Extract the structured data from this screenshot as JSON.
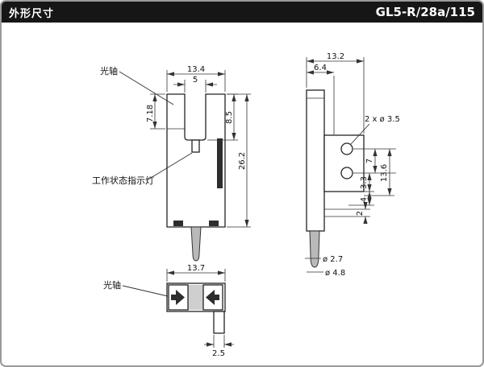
{
  "header": {
    "title": "外形尺寸",
    "model": "GL5-R/28a/115"
  },
  "front_view": {
    "labels": {
      "optical_axis": "光轴",
      "indicator": "工作状态指示灯"
    },
    "dims": {
      "width": "13.4",
      "slot_width": "5",
      "axis_depth": "7.18",
      "slot_depth": "8.5",
      "height": "26.2"
    }
  },
  "side_view": {
    "labels": {
      "holes": "2 x ø 3.5"
    },
    "dims": {
      "depth": "13.2",
      "front_depth": "6.4",
      "hole_pitch": "7",
      "flange_span": "13.6",
      "offset_a": "3.3",
      "offset_b": "4",
      "offset_c": "2",
      "cable_core": "ø 2.7",
      "cable_outer": "ø 4.8"
    }
  },
  "bottom_view": {
    "labels": {
      "optical_axis": "光轴"
    },
    "dims": {
      "width": "13.7",
      "tab_width": "2.5"
    }
  }
}
